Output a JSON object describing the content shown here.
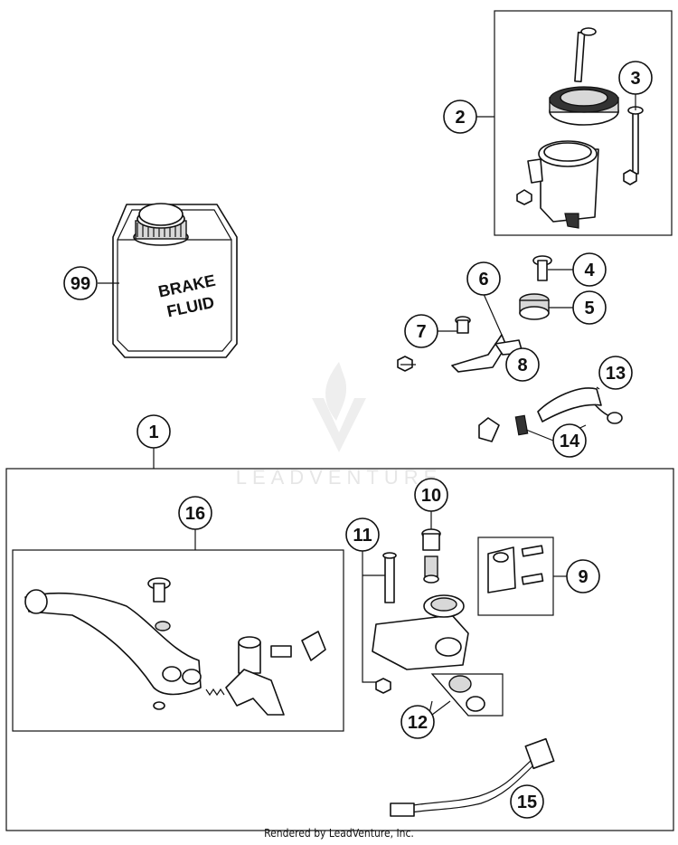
{
  "bottle_label": [
    "BRAKE",
    "FLUID"
  ],
  "watermark": "LEADVENTURE",
  "footer": "Rendered by LeadVenture, Inc.",
  "callouts": [
    "1",
    "2",
    "3",
    "4",
    "5",
    "6",
    "7",
    "8",
    "9",
    "10",
    "11",
    "12",
    "13",
    "14",
    "15",
    "16",
    "99"
  ]
}
